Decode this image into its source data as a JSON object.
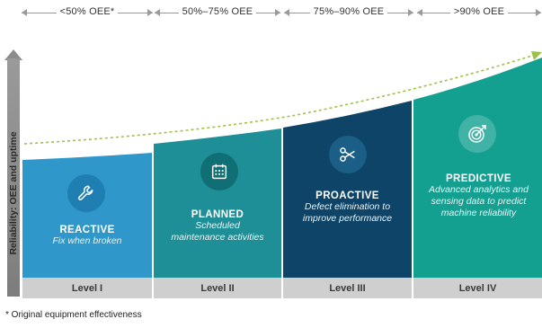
{
  "ranges": [
    {
      "label": "<50% OEE*"
    },
    {
      "label": "50%–75% OEE"
    },
    {
      "label": "75%–90% OEE"
    },
    {
      "label": ">90% OEE"
    }
  ],
  "y_axis_label": "Reliability: OEE and uptime",
  "stages": [
    {
      "title": "REACTIVE",
      "desc_lines": [
        "Fix when broken"
      ],
      "icon": "wrench-icon",
      "color": "#2f97c9"
    },
    {
      "title": "PLANNED",
      "desc_lines": [
        "Scheduled",
        "maintenance activities"
      ],
      "icon": "calendar-icon",
      "color": "#1e8f96"
    },
    {
      "title": "PROACTIVE",
      "desc_lines": [
        "Defect elimination to",
        "improve performance"
      ],
      "icon": "scissors-icon",
      "color": "#0d4467"
    },
    {
      "title": "PREDICTIVE",
      "desc_lines": [
        "Advanced analytics and",
        "sensing data to predict",
        "machine reliability"
      ],
      "icon": "target-icon",
      "color": "#13a091"
    }
  ],
  "levels": [
    "Level I",
    "Level II",
    "Level III",
    "Level IV"
  ],
  "footnote": "* Original equipment effectiveness"
}
